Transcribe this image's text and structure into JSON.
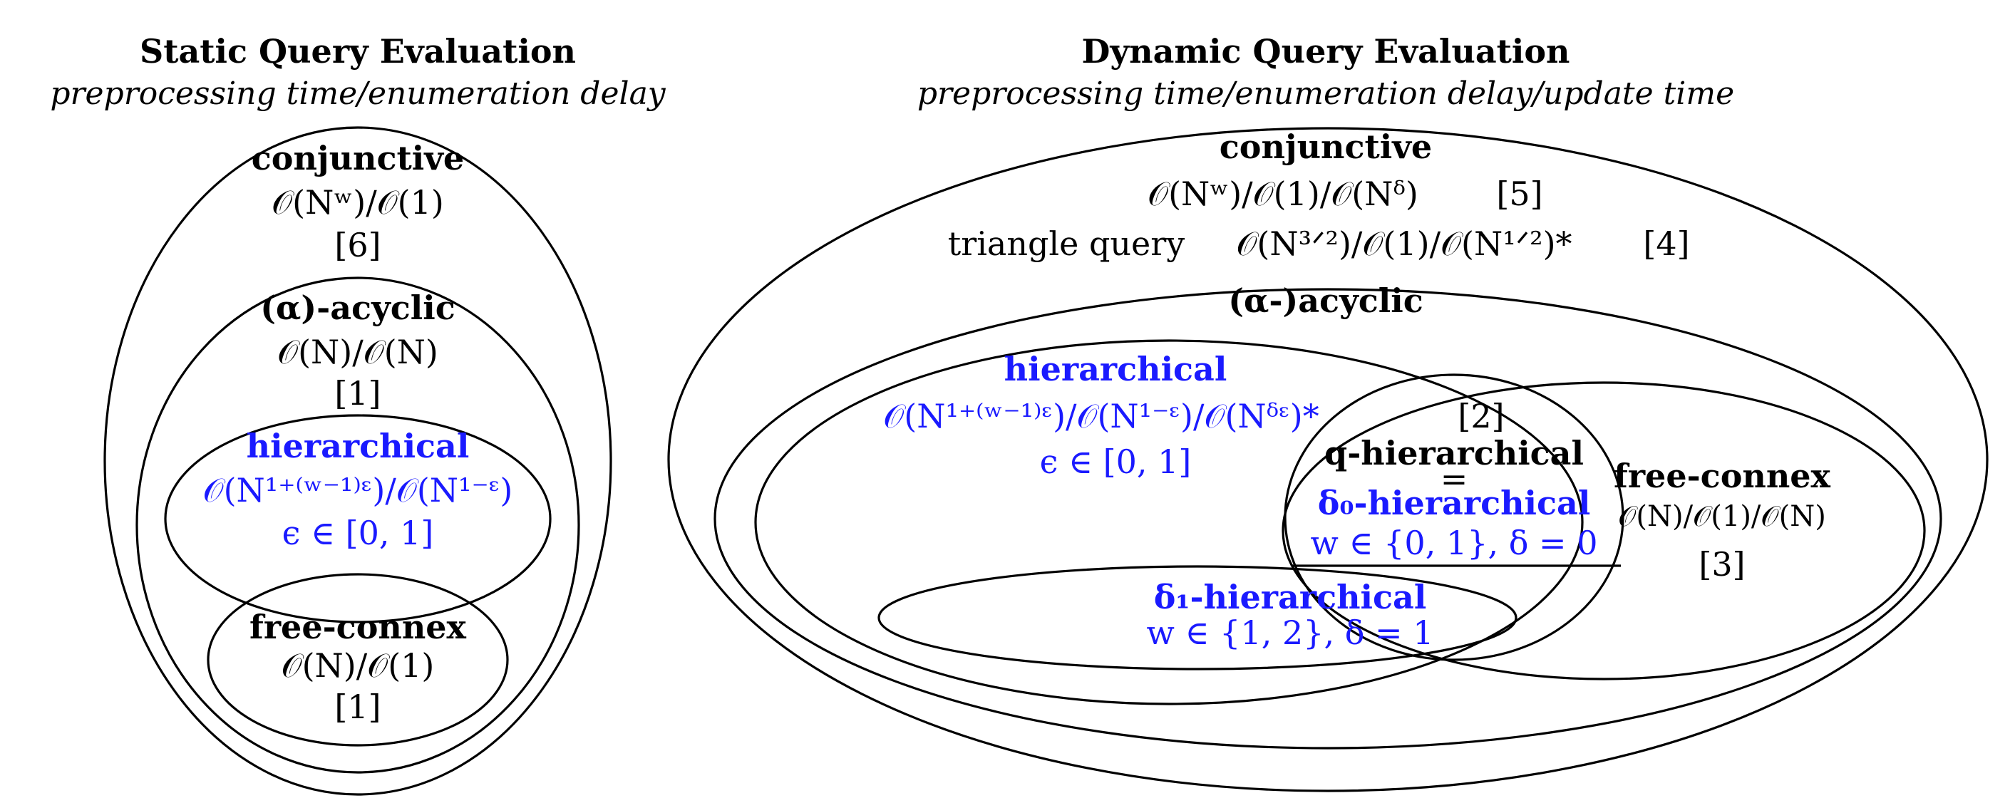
{
  "static": {
    "title": "Static Query Evaluation",
    "subtitle": "preprocessing time/enumeration delay",
    "conjunctive": {
      "label": "conjunctive",
      "complexity": "𝒪(Nʷ)/𝒪(1)",
      "ref": "[6]"
    },
    "acyclic": {
      "label": "(α)-acyclic",
      "complexity": "𝒪(N)/𝒪(N)",
      "ref": "[1]"
    },
    "hierarchical": {
      "label": "hierarchical",
      "complexity": "𝒪(N¹⁺⁽ʷ⁻¹⁾ᵋ)/𝒪(N¹⁻ᵋ)",
      "param": "ϵ ∈ [0, 1]"
    },
    "free_connex": {
      "label": "free-connex",
      "complexity": "𝒪(N)/𝒪(1)",
      "ref": "[1]"
    }
  },
  "dynamic": {
    "title": "Dynamic Query Evaluation",
    "subtitle": "preprocessing time/enumeration delay/update time",
    "conjunctive": {
      "label": "conjunctive",
      "complexity": "𝒪(Nʷ)/𝒪(1)/𝒪(Nᵟ)",
      "ref": "[5]"
    },
    "triangle": {
      "label": "triangle query",
      "complexity": "𝒪(N³ᐟ²)/𝒪(1)/𝒪(N¹ᐟ²)*",
      "ref": "[4]"
    },
    "acyclic": {
      "label": "(α-)acyclic"
    },
    "hierarchical": {
      "label": "hierarchical",
      "complexity": "𝒪(N¹⁺⁽ʷ⁻¹⁾ᵋ)/𝒪(N¹⁻ᵋ)/𝒪(Nᵟᵋ)*",
      "param": "ϵ ∈ [0, 1]"
    },
    "q_hierarchical": {
      "label": "q-hierarchical",
      "equals": "=",
      "ref": "[2]"
    },
    "delta0": {
      "label": "δ₀-hierarchical",
      "param": "w ∈ {0, 1}, δ = 0"
    },
    "delta1": {
      "label": "δ₁-hierarchical",
      "param": "w ∈ {1, 2}, δ = 1"
    },
    "free_connex": {
      "label": "free-connex",
      "complexity": "𝒪(N)/𝒪(1)/𝒪(N)",
      "ref": "[3]"
    }
  },
  "colors": {
    "ink": "#000000",
    "accent": "#1a1aff"
  }
}
